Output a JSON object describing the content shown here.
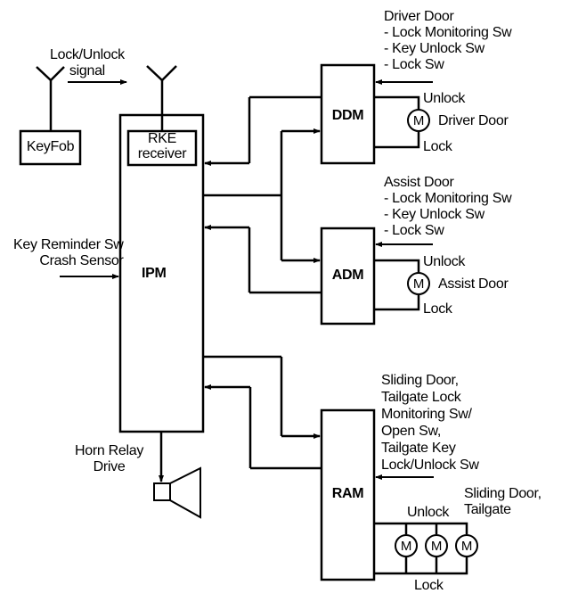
{
  "colors": {
    "ink": "#000000",
    "background": "#ffffff"
  },
  "blocks": {
    "keyfob": "KeyFob",
    "rke": [
      "RKE",
      "receiver"
    ],
    "ipm": "IPM",
    "ddm": "DDM",
    "adm": "ADM",
    "ram": "RAM"
  },
  "signal": [
    "Lock/Unlock",
    "signal"
  ],
  "ipm_inputs": [
    "Key Reminder Sw",
    "Crash Sensor"
  ],
  "horn": [
    "Horn Relay",
    "Drive"
  ],
  "driver_door": {
    "inputs": [
      "Driver Door",
      "- Lock Monitoring Sw",
      "- Key Unlock Sw",
      "- Lock Sw"
    ],
    "unlock": "Unlock",
    "lock": "Lock",
    "motor": "M",
    "motor_label": "Driver Door"
  },
  "assist_door": {
    "inputs": [
      "Assist Door",
      "- Lock Monitoring Sw",
      "- Key Unlock Sw",
      "- Lock Sw"
    ],
    "unlock": "Unlock",
    "lock": "Lock",
    "motor": "M",
    "motor_label": "Assist Door"
  },
  "rear": {
    "inputs": [
      "Sliding Door,",
      "Tailgate Lock",
      "Monitoring Sw/",
      "Open Sw,",
      "Tailgate Key",
      "Lock/Unlock Sw"
    ],
    "unlock": "Unlock",
    "lock": "Lock",
    "motors": [
      "M",
      "M",
      "M"
    ],
    "motor_label": [
      "Sliding Door,",
      "Tailgate"
    ]
  }
}
